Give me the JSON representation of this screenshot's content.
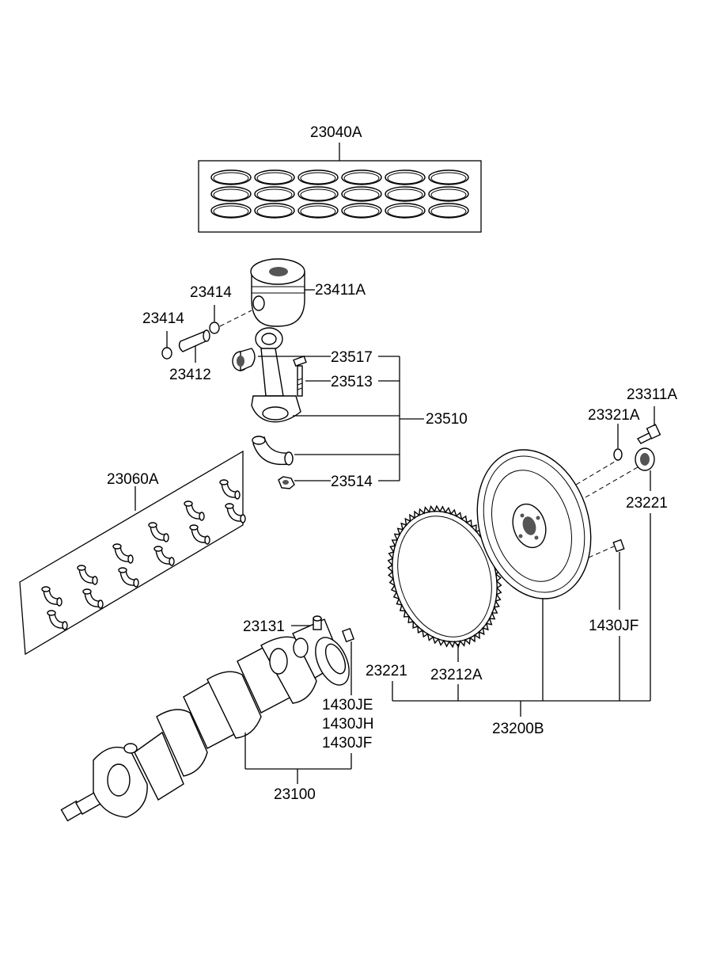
{
  "labels": {
    "p23040A": "23040A",
    "p23414a": "23414",
    "p23414b": "23414",
    "p23411A": "23411A",
    "p23412": "23412",
    "p23517": "23517",
    "p23513": "23513",
    "p23510": "23510",
    "p23514": "23514",
    "p23060A": "23060A",
    "p23311A": "23311A",
    "p23321A": "23321A",
    "p23221a": "23221",
    "p1430JFa": "1430JF",
    "p23131": "23131",
    "p23221b": "23221",
    "p23212A": "23212A",
    "p1430JE": "1430JE",
    "p1430JH": "1430JH",
    "p1430JFb": "1430JF",
    "p23200B": "23200B",
    "p23100": "23100"
  }
}
